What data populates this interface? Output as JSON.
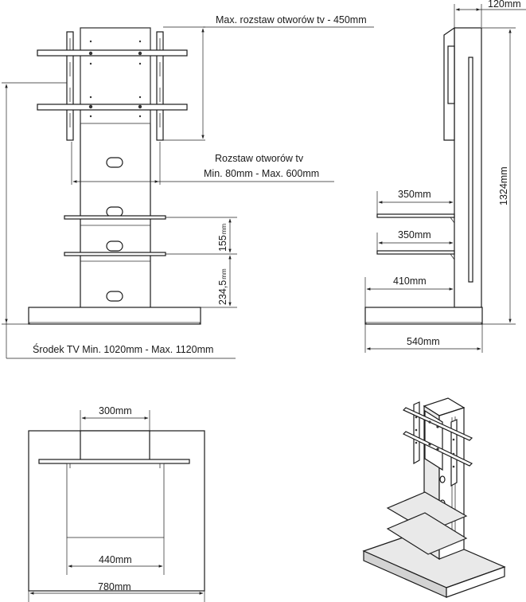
{
  "front_view": {
    "vesa_max": "Max. rozstaw otworów tv - 450mm",
    "vesa_range_title": "Rozstaw otworów tv",
    "vesa_range_values": "Min. 80mm - Max. 600mm",
    "shelf_gap": "155",
    "shelf_gap_unit": "mm",
    "shelf_height": "234,5",
    "shelf_height_unit": "mm",
    "tv_center": "Środek TV Min. 1020mm - Max. 1120mm"
  },
  "side_view": {
    "bracket_offset": "120mm",
    "total_height": "1324mm",
    "shelf_top_depth": "350mm",
    "shelf_bottom_depth": "350mm",
    "column_depth": "410mm",
    "base_depth": "540mm"
  },
  "top_view": {
    "column_width": "300mm",
    "shelf_width": "440mm",
    "base_width": "780mm"
  }
}
